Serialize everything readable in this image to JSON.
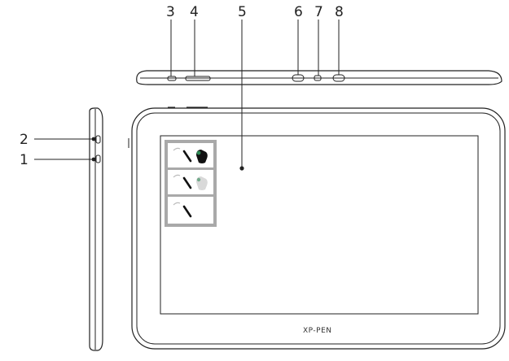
{
  "figure": {
    "brand_logo": "XP-PEN",
    "callouts": [
      {
        "number": "1",
        "part": "left-side-button-lower"
      },
      {
        "number": "2",
        "part": "left-side-button-upper"
      },
      {
        "number": "3",
        "part": "top-edge-port-small"
      },
      {
        "number": "4",
        "part": "top-edge-port-wide"
      },
      {
        "number": "5",
        "part": "screen-area"
      },
      {
        "number": "6",
        "part": "top-edge-button-left"
      },
      {
        "number": "7",
        "part": "top-edge-indicator"
      },
      {
        "number": "8",
        "part": "top-edge-button-right"
      }
    ]
  },
  "colors": {
    "outline": "#222222",
    "panel_gray": "#a9a9a9",
    "panel_fill": "#ffffff",
    "icon_green": "#2e8b57"
  }
}
